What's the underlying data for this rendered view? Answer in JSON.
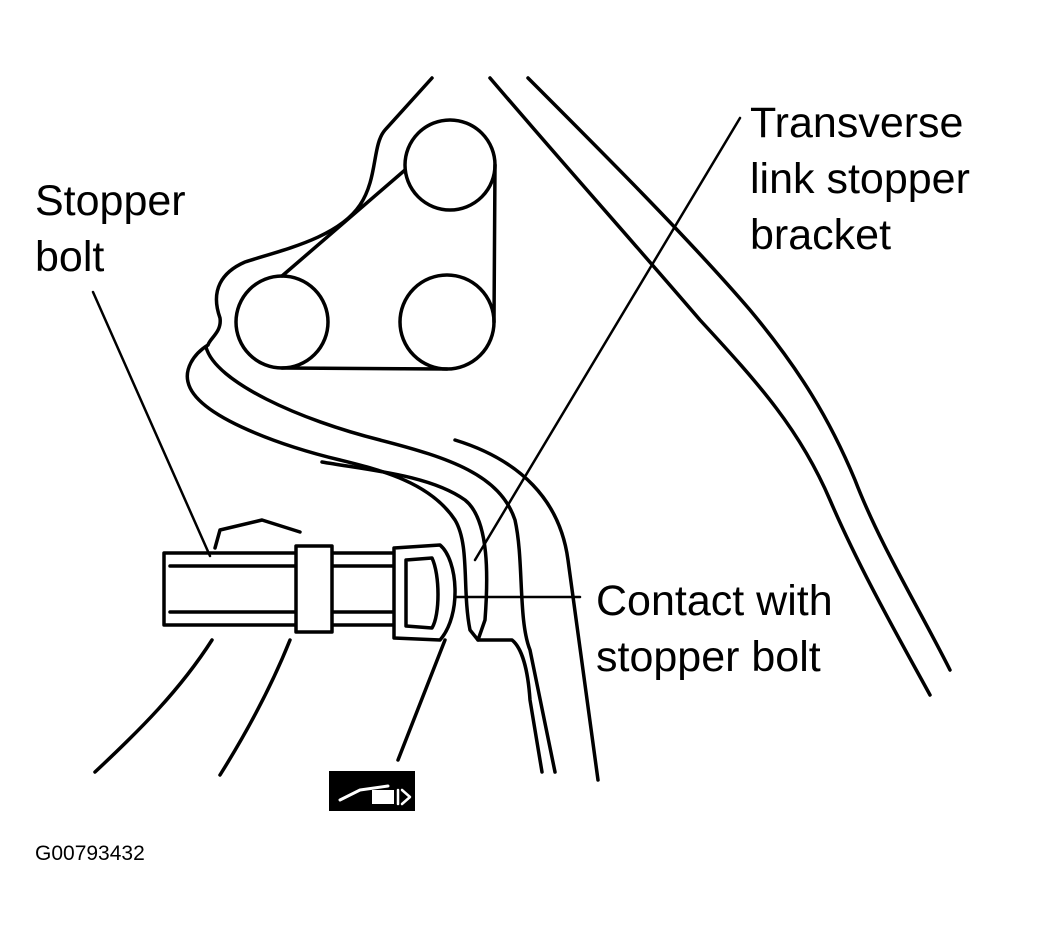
{
  "labels": {
    "stopper_bolt": [
      "Stopper",
      "bolt"
    ],
    "transverse_bracket": [
      "Transverse",
      "link stopper",
      "bracket"
    ],
    "contact": [
      "Contact with",
      "stopper bolt"
    ]
  },
  "figure_id": "G00793432",
  "icons": {
    "tightening": "torque-wrench-symbol-icon"
  },
  "colors": {
    "ink": "#000000",
    "paper": "#ffffff"
  }
}
